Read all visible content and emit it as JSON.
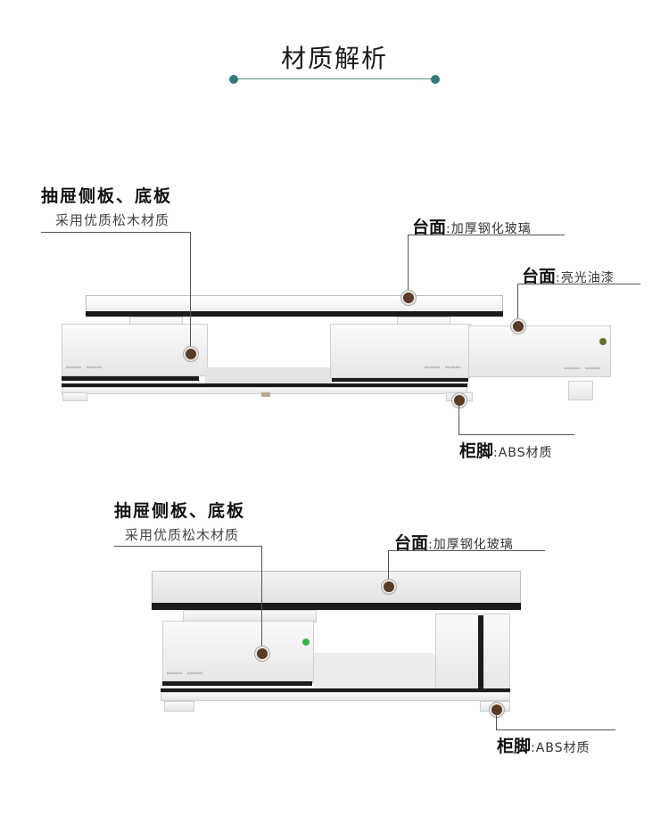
{
  "title": "材质解析",
  "colors": {
    "accent": "#2f7c78",
    "marker": "#5a3b25",
    "indicator": "#38b24a"
  },
  "tv_cabinet": {
    "drawer": {
      "title": "抽屉侧板、底板",
      "desc": "采用优质松木材质"
    },
    "top_glass": {
      "head": "台面",
      "tail": ":加厚钢化玻璃"
    },
    "top_paint": {
      "head": "台面",
      "tail": ":亮光油漆"
    },
    "foot": {
      "head": "柜脚",
      "tail": ":ABS材质"
    }
  },
  "coffee_table": {
    "drawer": {
      "title": "抽屉侧板、底板",
      "desc": "采用优质松木材质"
    },
    "top_glass": {
      "head": "台面",
      "tail": ":加厚钢化玻璃"
    },
    "foot": {
      "head": "柜脚",
      "tail": ":ABS材质"
    }
  }
}
